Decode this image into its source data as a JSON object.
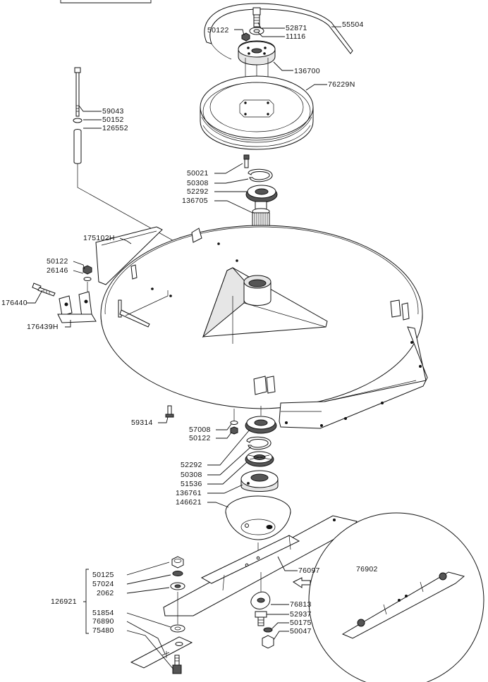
{
  "diagram": {
    "type": "exploded-parts-diagram",
    "callouts": [
      {
        "id": "p55504",
        "text": "55504"
      },
      {
        "id": "p52871",
        "text": "52871"
      },
      {
        "id": "p50122a",
        "text": "50122"
      },
      {
        "id": "p11116",
        "text": "11116"
      },
      {
        "id": "p136700",
        "text": "136700"
      },
      {
        "id": "p76229N",
        "text": "76229N"
      },
      {
        "id": "p59043",
        "text": "59043"
      },
      {
        "id": "p50152",
        "text": "50152"
      },
      {
        "id": "p126552",
        "text": "126552"
      },
      {
        "id": "p50021",
        "text": "50021"
      },
      {
        "id": "p50308a",
        "text": "50308"
      },
      {
        "id": "p52292a",
        "text": "52292"
      },
      {
        "id": "p136705",
        "text": "136705"
      },
      {
        "id": "p175102H",
        "text": "175102H"
      },
      {
        "id": "p50122b",
        "text": "50122"
      },
      {
        "id": "p26146",
        "text": "26146"
      },
      {
        "id": "p176440",
        "text": "176440"
      },
      {
        "id": "p176439H",
        "text": "176439H"
      },
      {
        "id": "p59314",
        "text": "59314"
      },
      {
        "id": "p57008",
        "text": "57008"
      },
      {
        "id": "p50122c",
        "text": "50122"
      },
      {
        "id": "p52292b",
        "text": "52292"
      },
      {
        "id": "p50308b",
        "text": "50308"
      },
      {
        "id": "p51536",
        "text": "51536"
      },
      {
        "id": "p136761",
        "text": "136761"
      },
      {
        "id": "p146621",
        "text": "146621"
      },
      {
        "id": "p76097",
        "text": "76097"
      },
      {
        "id": "p76902",
        "text": "76902"
      },
      {
        "id": "p50125",
        "text": "50125"
      },
      {
        "id": "p57024",
        "text": "57024"
      },
      {
        "id": "p2062",
        "text": "2062"
      },
      {
        "id": "p126921",
        "text": "126921"
      },
      {
        "id": "p51854",
        "text": "51854"
      },
      {
        "id": "p76890",
        "text": "76890"
      },
      {
        "id": "p75480",
        "text": "75480"
      },
      {
        "id": "p76813",
        "text": "76813"
      },
      {
        "id": "p52937",
        "text": "52937"
      },
      {
        "id": "p50175",
        "text": "50175"
      },
      {
        "id": "p50047",
        "text": "50047"
      }
    ]
  }
}
